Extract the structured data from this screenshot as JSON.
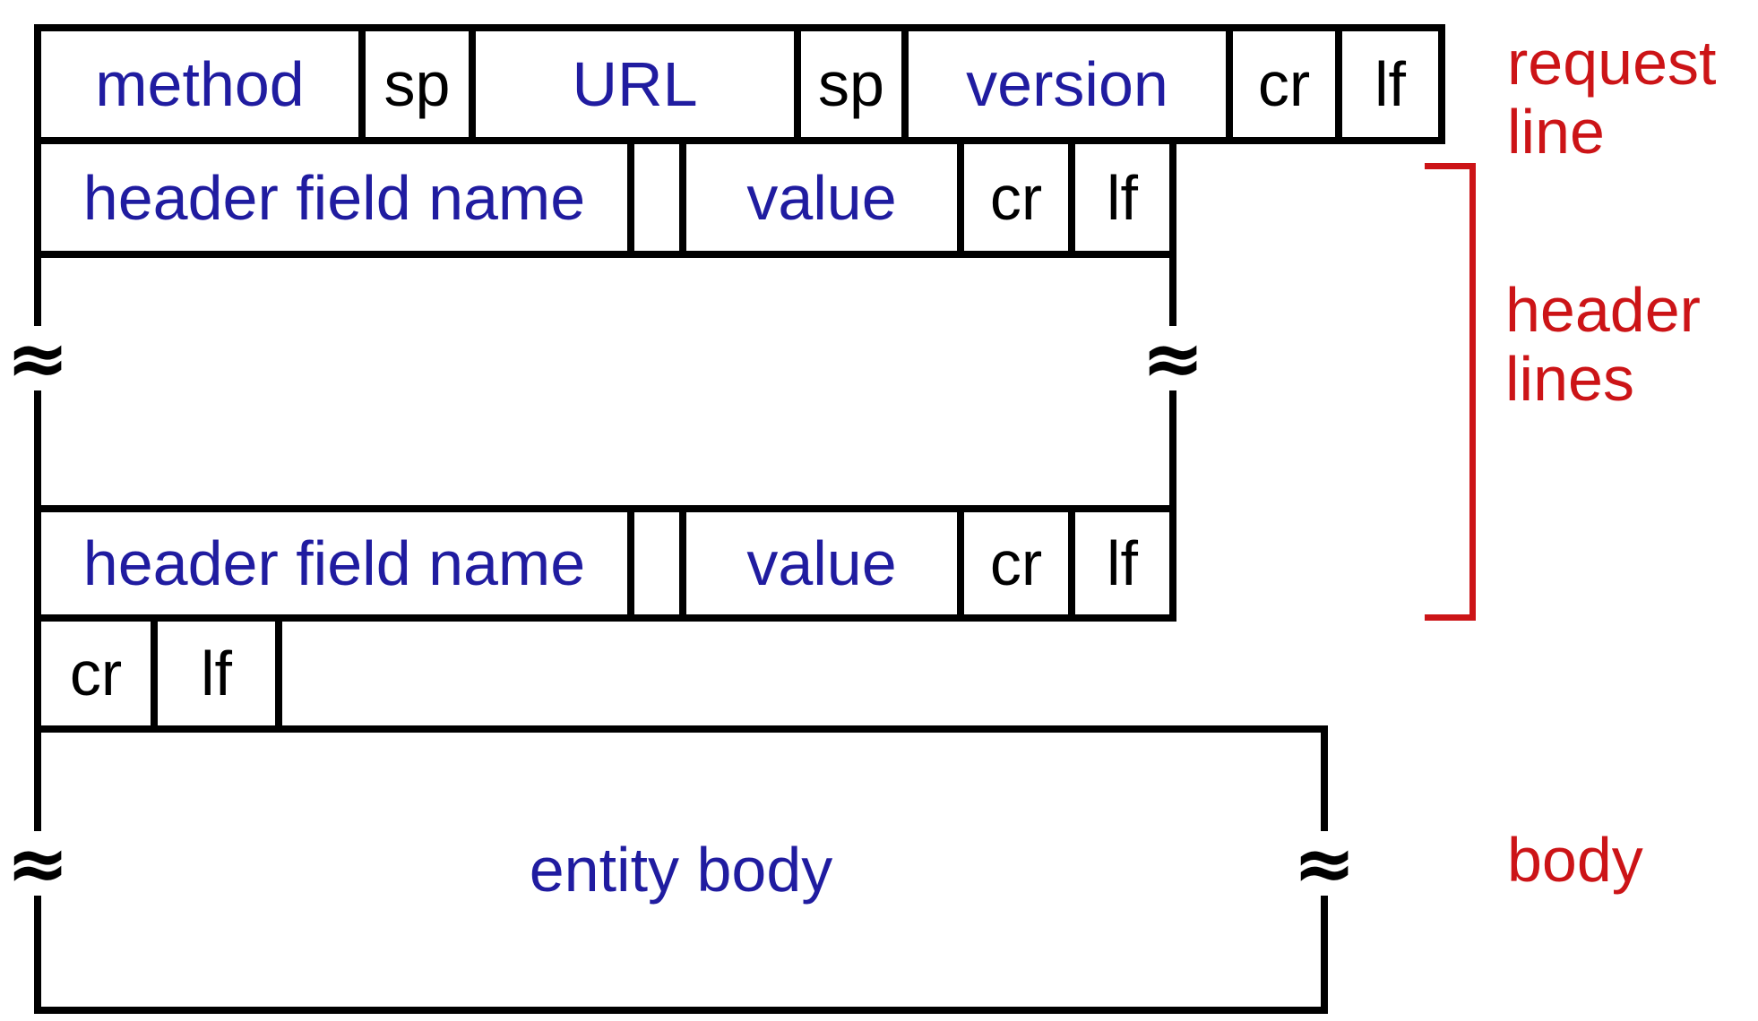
{
  "colors": {
    "field_text_blue": "#201CA0",
    "annotation_red": "#CC1417",
    "line_black": "#000000"
  },
  "request_line_row": {
    "method": "method",
    "sp1": "sp",
    "url": "URL",
    "sp2": "sp",
    "version": "version",
    "cr": "cr",
    "lf": "lf"
  },
  "header_line_row_top": {
    "field_name": "header field name",
    "value": "value",
    "cr": "cr",
    "lf": "lf"
  },
  "header_line_row_bottom": {
    "field_name": "header field name",
    "value": "value",
    "cr": "cr",
    "lf": "lf"
  },
  "blank_line_row": {
    "cr": "cr",
    "lf": "lf"
  },
  "entity_body_box": {
    "label": "entity body"
  },
  "continuation_mark": "≈",
  "annotations": {
    "request_line": {
      "line1": "request",
      "line2": "line"
    },
    "header_lines": {
      "line1": "header",
      "line2": "lines"
    },
    "body": {
      "line1": "body"
    }
  }
}
